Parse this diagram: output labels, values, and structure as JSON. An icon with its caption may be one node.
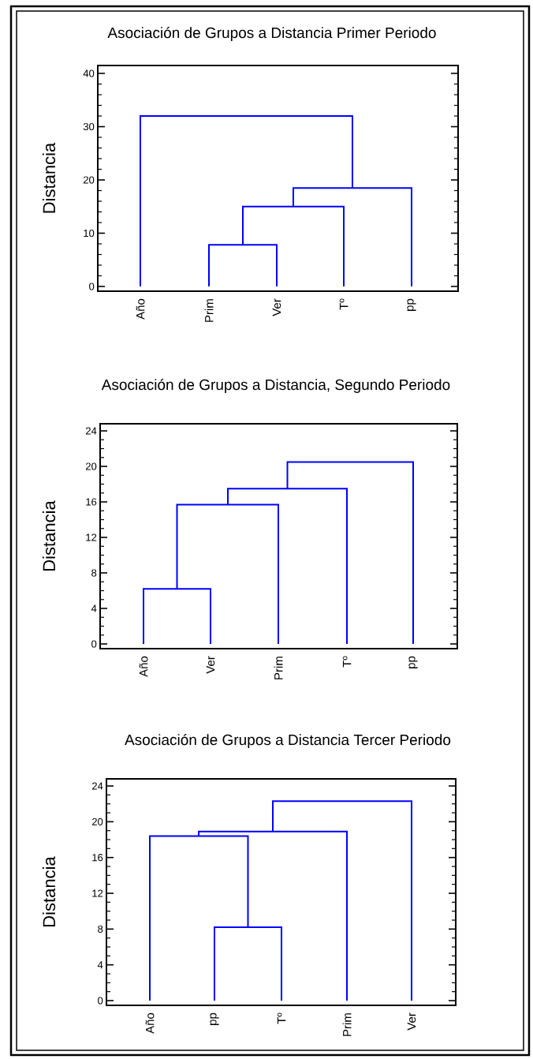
{
  "diagram": {
    "labels": [
      "Asociación de Grupos a Distancia Primer Periodo",
      "Distancia",
      "40",
      "30",
      "20",
      "10",
      "0",
      "Año",
      "Prim",
      "Ver",
      "Tº",
      "pp",
      "Asociación de Grupos a Distancia, Segundo Periodo",
      "Distancia",
      "24",
      "20",
      "16",
      "12",
      "8",
      "4",
      "0",
      "Año",
      "Ver",
      "Prim",
      "Tº",
      "pp",
      "Asociación de Grupos a Distancia Tercer Periodo",
      "Distancia",
      "24",
      "20",
      "16",
      "12",
      "8",
      "4",
      "0",
      "Año",
      "pp",
      "Tº",
      "Prim",
      "Ver"
    ]
  }
}
